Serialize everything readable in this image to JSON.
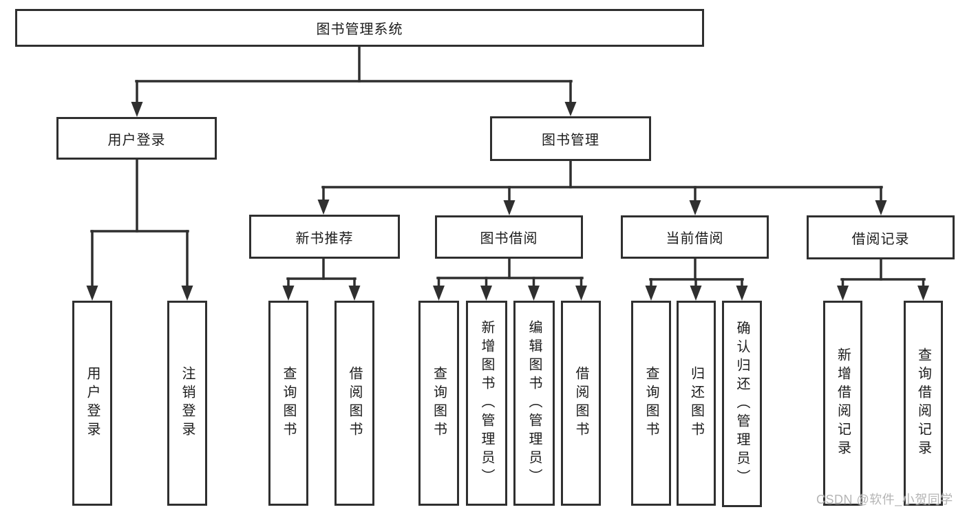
{
  "diagram": {
    "root_label": "图书管理系统",
    "level2": {
      "user_login": "用户登录",
      "book_mgmt": "图书管理"
    },
    "level3": {
      "new_book": "新书推荐",
      "borrow": "图书借阅",
      "current": "当前借阅",
      "records": "借阅记录"
    },
    "leaves": {
      "user_login": [
        "用户登录",
        "注销登录"
      ],
      "new_book": [
        "查询图书",
        "借阅图书"
      ],
      "borrow": [
        "查询图书",
        "新增图书（管理员）",
        "编辑图书（管理员）",
        "借阅图书"
      ],
      "current": [
        "查询图书",
        "归还图书",
        "确认归还（管理员）"
      ],
      "records": [
        "新增借阅记录",
        "查询借阅记录"
      ]
    },
    "watermark": "CSDN @软件_小贺同学",
    "colors": {
      "line": "#2f2f2f",
      "text": "#1c1c1c",
      "background": "#ffffff",
      "watermark": "#b5b5b5"
    }
  }
}
